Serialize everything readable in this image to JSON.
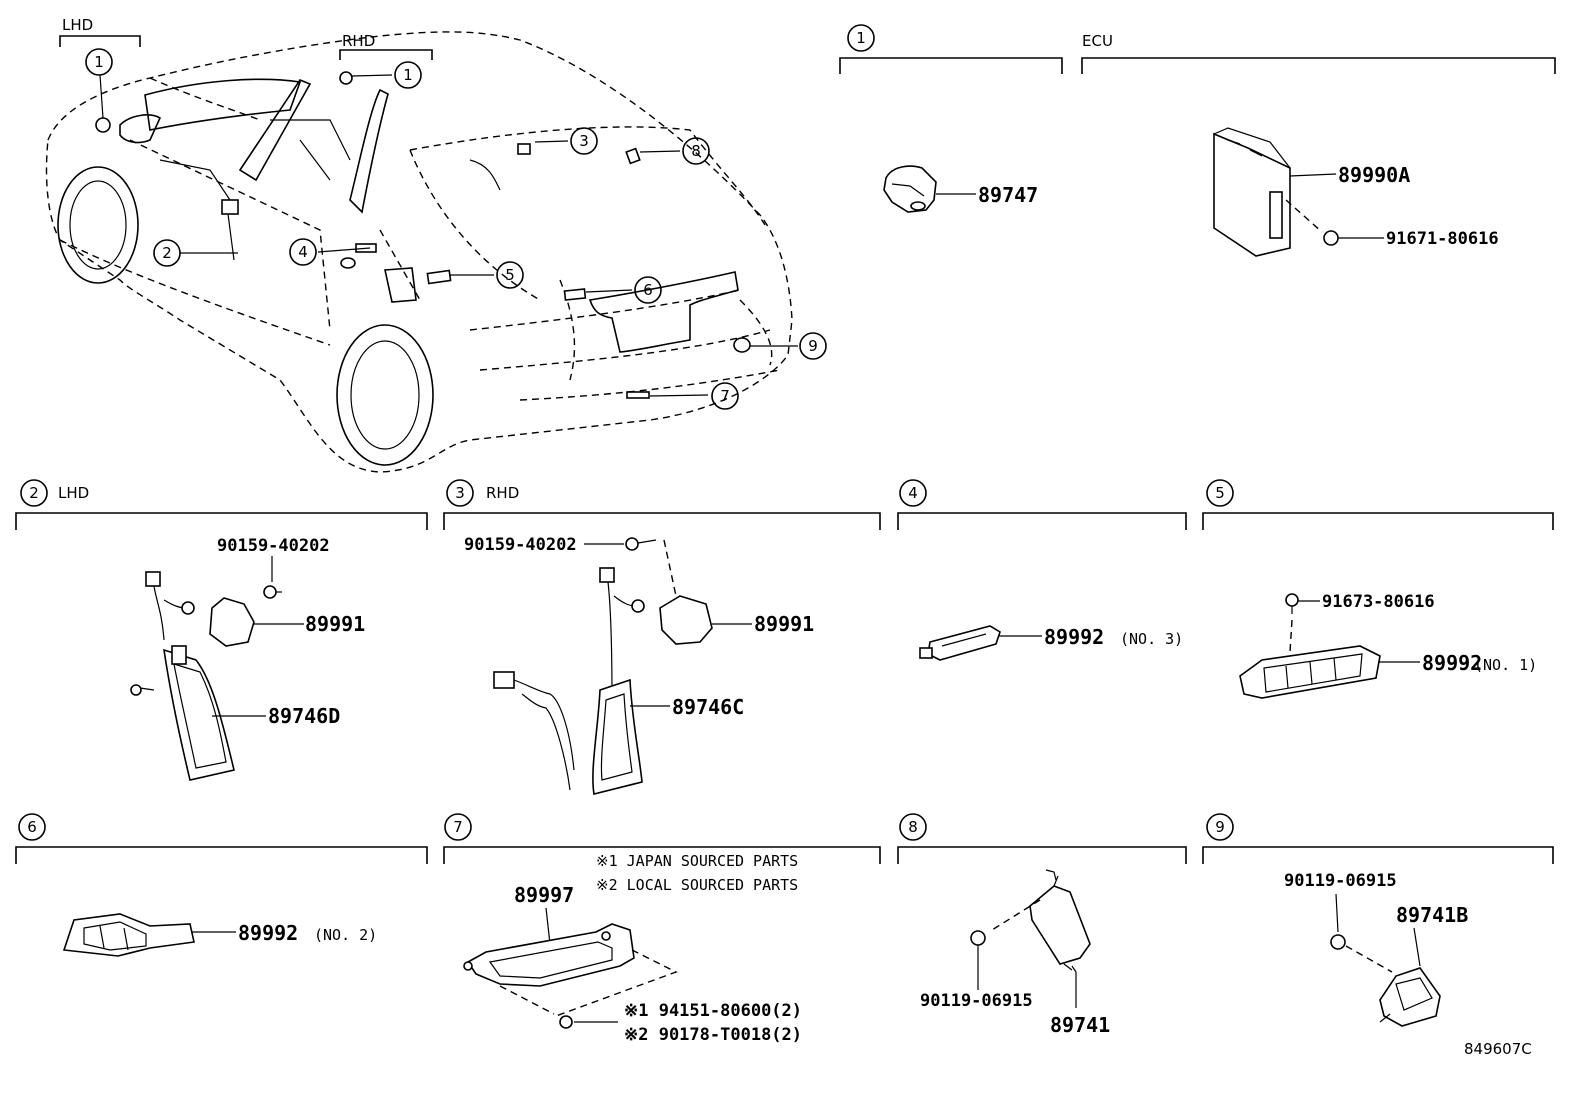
{
  "diagram_code": "849607C",
  "overview": {
    "labels": {
      "lhd": "LHD",
      "rhd": "RHD"
    },
    "callouts": [
      "1",
      "1",
      "2",
      "3",
      "4",
      "5",
      "6",
      "7",
      "8",
      "9"
    ]
  },
  "sections": {
    "s1": {
      "num": "1",
      "parts": [
        "89747"
      ]
    },
    "ecu": {
      "label": "ECU",
      "parts": [
        "89990A",
        "91671-80616"
      ]
    },
    "s2": {
      "num": "2",
      "label": "LHD",
      "parts": [
        "90159-40202",
        "89991",
        "89746D"
      ]
    },
    "s3": {
      "num": "3",
      "label": "RHD",
      "parts": [
        "90159-40202",
        "89991",
        "89746C"
      ]
    },
    "s4": {
      "num": "4",
      "parts": [
        "89992"
      ],
      "note": "(NO. 3)"
    },
    "s5": {
      "num": "5",
      "parts": [
        "91673-80616",
        "89992"
      ],
      "note": "(NO. 1)"
    },
    "s6": {
      "num": "6",
      "parts": [
        "89992"
      ],
      "note": "(NO. 2)"
    },
    "s7": {
      "num": "7",
      "parts": [
        "89997"
      ],
      "legend": [
        "※1 JAPAN SOURCED PARTS",
        "※2 LOCAL SOURCED PARTS"
      ],
      "fasteners": [
        "※1 94151-80600(2)",
        "※2 90178-T0018(2)"
      ]
    },
    "s8": {
      "num": "8",
      "parts": [
        "90119-06915",
        "89741"
      ]
    },
    "s9": {
      "num": "9",
      "parts": [
        "90119-06915",
        "89741B"
      ]
    }
  }
}
